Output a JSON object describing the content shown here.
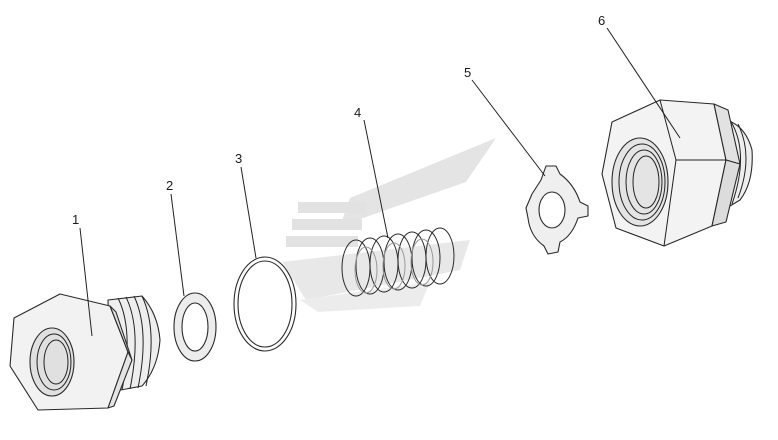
{
  "parts": [
    {
      "number": "1"
    },
    {
      "number": "2"
    },
    {
      "number": "3"
    },
    {
      "number": "4"
    },
    {
      "number": "5"
    },
    {
      "number": "6"
    }
  ],
  "colors": {
    "line": "#2a2a2a",
    "face_light": "#f4f4f4",
    "face_mid": "#e9e9e9",
    "face_dark": "#dcdcdc",
    "watermark": "#cfcfcf"
  }
}
